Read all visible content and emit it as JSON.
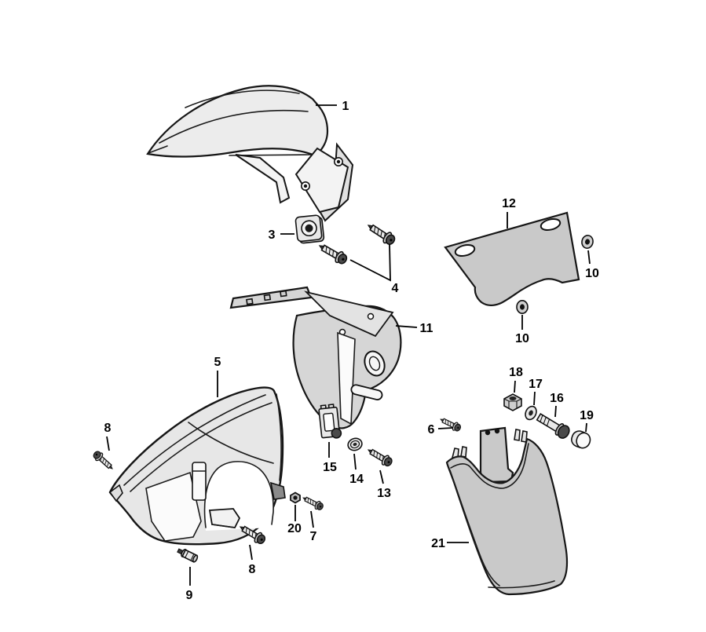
{
  "diagram": {
    "kind": "exploded-parts-diagram",
    "background": "#ffffff"
  },
  "colors": {
    "background": "#ffffff",
    "outline": "#1a1a1a",
    "label_text": "#000000",
    "part_fill_light": "#ececec",
    "part_fill_medium": "#d6d6d6",
    "part_fill_dark": "#c9c9c9"
  },
  "callouts": [
    {
      "part": "1"
    },
    {
      "part": "3"
    },
    {
      "part": "4"
    },
    {
      "part": "5"
    },
    {
      "part": "6"
    },
    {
      "part": "7"
    },
    {
      "part": "8"
    },
    {
      "part": "8"
    },
    {
      "part": "9"
    },
    {
      "part": "10"
    },
    {
      "part": "10"
    },
    {
      "part": "11"
    },
    {
      "part": "12"
    },
    {
      "part": "13"
    },
    {
      "part": "14"
    },
    {
      "part": "15"
    },
    {
      "part": "16"
    },
    {
      "part": "17"
    },
    {
      "part": "18"
    },
    {
      "part": "19"
    },
    {
      "part": "20"
    },
    {
      "part": "21"
    }
  ]
}
